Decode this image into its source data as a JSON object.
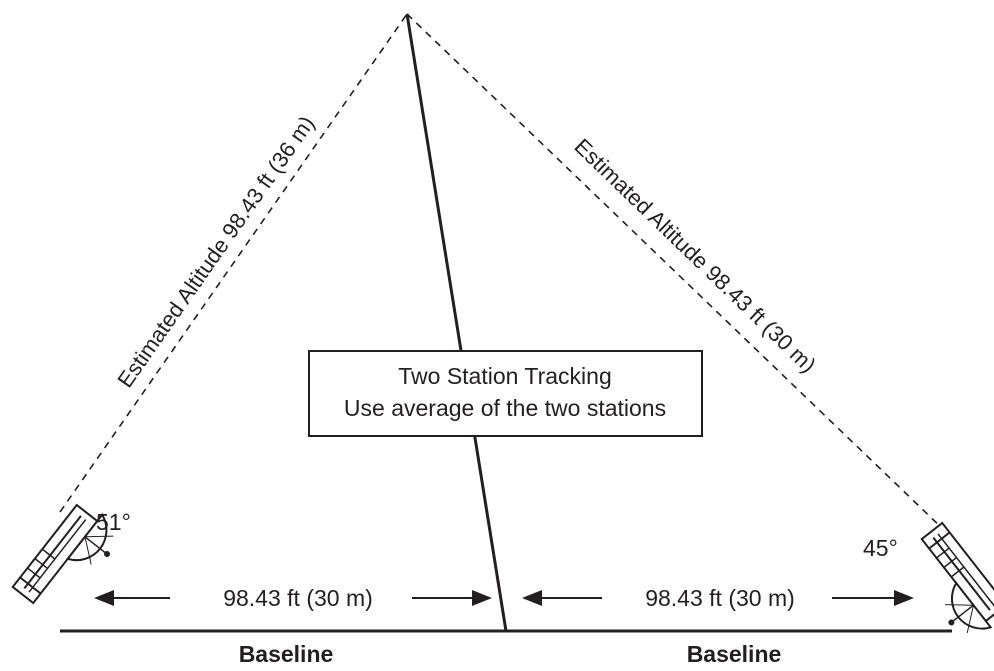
{
  "left_slant_label": "Estimated Altitude 98.43 ft (36 m)",
  "right_slant_label": "Estimated Altitude 98.43 ft (30 m)",
  "info_box": {
    "line1": "Two Station Tracking",
    "line2": "Use average of the two stations"
  },
  "left_station": {
    "angle": "51°",
    "distance": "98.43 ft (30 m)",
    "baseline_label": "Baseline"
  },
  "right_station": {
    "angle": "45°",
    "distance": "98.43 ft (30 m)",
    "baseline_label": "Baseline"
  },
  "colors": {
    "ink": "#231f20",
    "background": "#ffffff"
  },
  "icons": [
    "inclinometer-left-icon",
    "inclinometer-right-icon",
    "arrow-left-icon",
    "arrow-right-icon"
  ]
}
